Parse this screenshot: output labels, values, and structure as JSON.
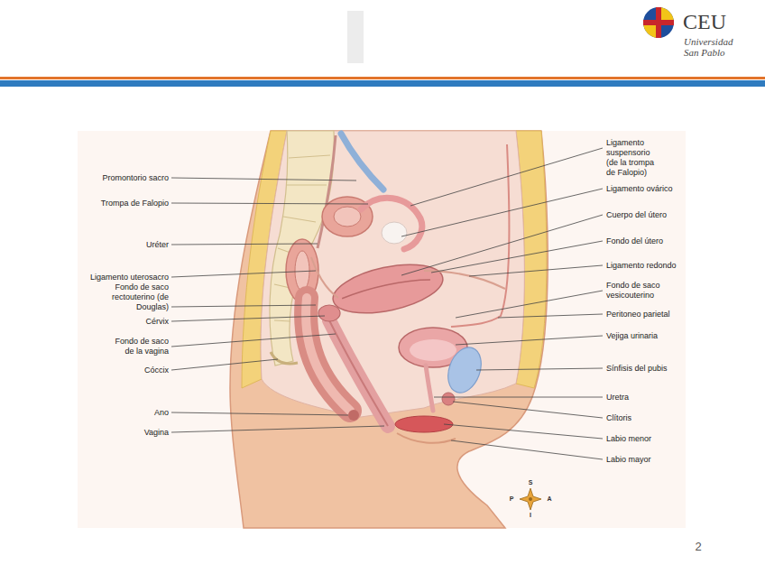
{
  "diagram": {
    "labels": [
      "CEU",
      "Universidad San Pablo",
      "Promontorio sacro",
      "Trompa de Falopio",
      "Uréter",
      "Ligamento uterosacro",
      "Fondo de saco rectouterino (de Douglas)",
      "Cérvix",
      "Fondo de saco de la vagina",
      "Cóccix",
      "Ano",
      "Vagina",
      "Ligamento suspensorio (de la trompa de Falopio)",
      "Ligamento ovárico",
      "Cuerpo del útero",
      "Fondo del útero",
      "Ligamento redondo",
      "Fondo de saco vesicouterino",
      "Peritoneo parietal",
      "Vejiga urinaria",
      "Sínfisis del pubis",
      "Uretra",
      "Clítoris",
      "Labio menor",
      "Labio mayor",
      "S",
      "P",
      "A",
      "I",
      "2"
    ]
  }
}
